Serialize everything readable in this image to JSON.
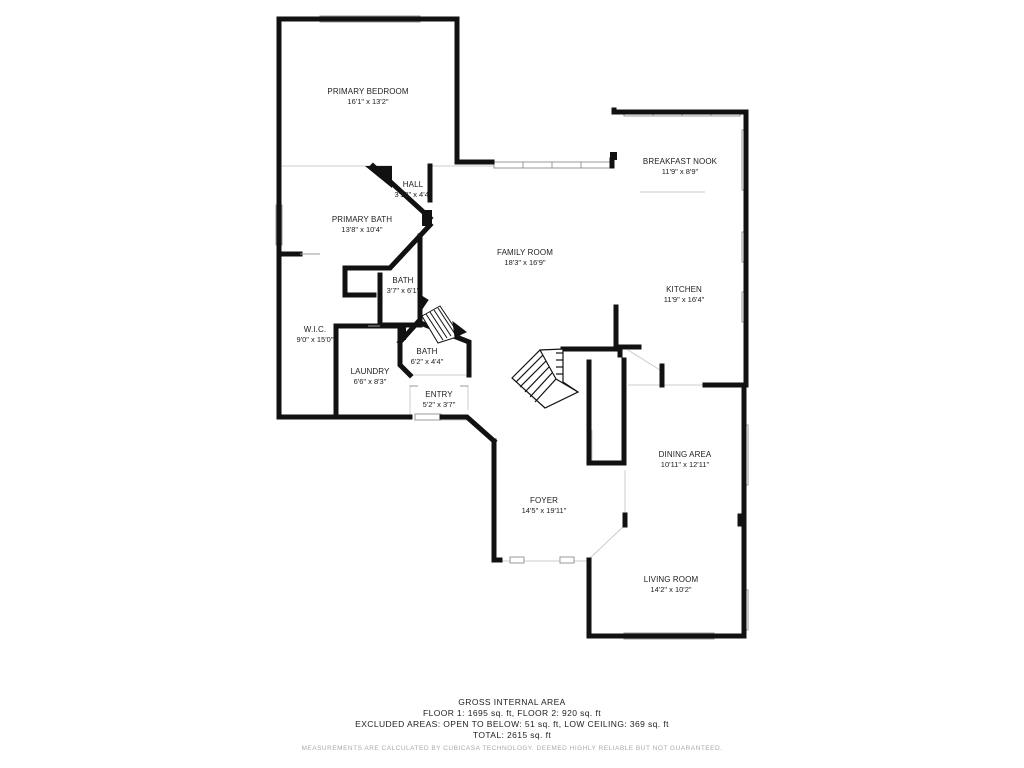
{
  "rooms": [
    {
      "id": "primary-bedroom",
      "name": "PRIMARY BEDROOM",
      "dims": "16'1\" x 13'2\""
    },
    {
      "id": "hall",
      "name": "HALL",
      "dims": "3'10\" x 4'4\""
    },
    {
      "id": "primary-bath",
      "name": "PRIMARY BATH",
      "dims": "13'8\" x 10'4\""
    },
    {
      "id": "bath-upper",
      "name": "BATH",
      "dims": "3'7\" x 6'1\""
    },
    {
      "id": "wic",
      "name": "W.I.C.",
      "dims": "9'0\" x 15'0\""
    },
    {
      "id": "bath-lower",
      "name": "BATH",
      "dims": "6'2\" x 4'4\""
    },
    {
      "id": "laundry",
      "name": "LAUNDRY",
      "dims": "6'6\" x 8'3\""
    },
    {
      "id": "entry",
      "name": "ENTRY",
      "dims": "5'2\" x 3'7\""
    },
    {
      "id": "family-room",
      "name": "FAMILY ROOM",
      "dims": "18'3\" x 16'9\""
    },
    {
      "id": "breakfast-nook",
      "name": "BREAKFAST NOOK",
      "dims": "11'9\" x 8'9\""
    },
    {
      "id": "kitchen",
      "name": "KITCHEN",
      "dims": "11'9\" x 16'4\""
    },
    {
      "id": "dining-area",
      "name": "DINING AREA",
      "dims": "10'11\" x 12'11\""
    },
    {
      "id": "foyer",
      "name": "FOYER",
      "dims": "14'5\" x 19'11\""
    },
    {
      "id": "living-room",
      "name": "LIVING ROOM",
      "dims": "14'2\" x 10'2\""
    }
  ],
  "summary": {
    "heading": "GROSS INTERNAL AREA",
    "floors": "FLOOR 1: 1695 sq. ft, FLOOR 2: 920 sq. ft",
    "excluded": "EXCLUDED AREAS: OPEN TO BELOW: 51 sq. ft, LOW CEILING: 369 sq. ft",
    "total": "TOTAL: 2615 sq. ft",
    "disclaimer": "MEASUREMENTS ARE CALCULATED BY CUBICASA TECHNOLOGY. DEEMED HIGHLY RELIABLE BUT NOT GUARANTEED."
  },
  "colors": {
    "wall": "#111111",
    "window": "#999999",
    "thin": "#cccccc"
  }
}
